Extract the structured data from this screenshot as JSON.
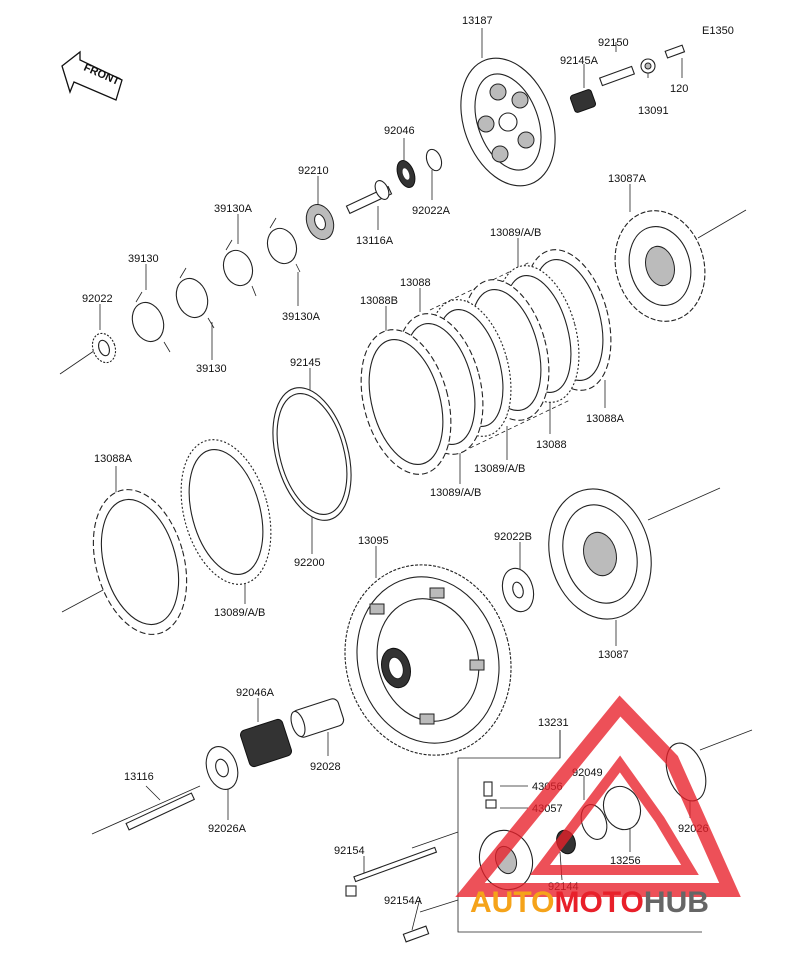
{
  "diagram": {
    "code": "E1350",
    "front_label": "FRONT",
    "labels": [
      {
        "id": "p13187",
        "text": "13187"
      },
      {
        "id": "p92150",
        "text": "92150"
      },
      {
        "id": "p92145A",
        "text": "92145A"
      },
      {
        "id": "p13091",
        "text": "13091"
      },
      {
        "id": "p120",
        "text": "120"
      },
      {
        "id": "p92046",
        "text": "92046"
      },
      {
        "id": "p92022A",
        "text": "92022A"
      },
      {
        "id": "p92210",
        "text": "92210"
      },
      {
        "id": "p13116A",
        "text": "13116A"
      },
      {
        "id": "p39130A_1",
        "text": "39130A"
      },
      {
        "id": "p39130A_2",
        "text": "39130A"
      },
      {
        "id": "p39130_1",
        "text": "39130"
      },
      {
        "id": "p39130_2",
        "text": "39130"
      },
      {
        "id": "p92022",
        "text": "92022"
      },
      {
        "id": "p13087A",
        "text": "13087A"
      },
      {
        "id": "p13089AB_1",
        "text": "13089/A/B"
      },
      {
        "id": "p13088_1",
        "text": "13088"
      },
      {
        "id": "p13088B",
        "text": "13088B"
      },
      {
        "id": "p92145",
        "text": "92145"
      },
      {
        "id": "p13088A_1",
        "text": "13088A"
      },
      {
        "id": "p13088_2",
        "text": "13088"
      },
      {
        "id": "p13089AB_2",
        "text": "13089/A/B"
      },
      {
        "id": "p13089AB_3",
        "text": "13089/A/B"
      },
      {
        "id": "p13088A_2",
        "text": "13088A"
      },
      {
        "id": "p92200",
        "text": "92200"
      },
      {
        "id": "p13089AB_4",
        "text": "13089/A/B"
      },
      {
        "id": "p13095",
        "text": "13095"
      },
      {
        "id": "p92022B",
        "text": "92022B"
      },
      {
        "id": "p13087",
        "text": "13087"
      },
      {
        "id": "p92046A",
        "text": "92046A"
      },
      {
        "id": "p92028",
        "text": "92028"
      },
      {
        "id": "p13231",
        "text": "13231"
      },
      {
        "id": "p43056",
        "text": "43056"
      },
      {
        "id": "p43057",
        "text": "43057"
      },
      {
        "id": "p92049",
        "text": "92049"
      },
      {
        "id": "p92026",
        "text": "92026"
      },
      {
        "id": "p13116",
        "text": "13116"
      },
      {
        "id": "p92026A",
        "text": "92026A"
      },
      {
        "id": "p92154",
        "text": "92154"
      },
      {
        "id": "p92144",
        "text": "92144"
      },
      {
        "id": "p13256",
        "text": "13256"
      },
      {
        "id": "p92154A",
        "text": "92154A"
      }
    ]
  },
  "watermark": {
    "part1": "AUTO",
    "part2": "MOTO",
    "part3": "HUB",
    "color_red": "#e8202a",
    "color_orange": "#f5a31a",
    "color_gray": "#666666"
  }
}
